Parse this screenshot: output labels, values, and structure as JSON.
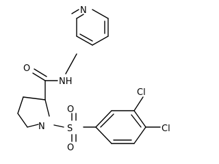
{
  "molecule": {
    "atoms": {
      "pyridine_n": "N",
      "amide_nh": "NH",
      "carbonyl_o": "O",
      "pyrrolidine_n": "N",
      "sulfur": "S",
      "sulfonyl_o_upper": "O",
      "sulfonyl_o_lower": "O",
      "chlorine_3": "Cl",
      "chlorine_4": "Cl"
    }
  }
}
